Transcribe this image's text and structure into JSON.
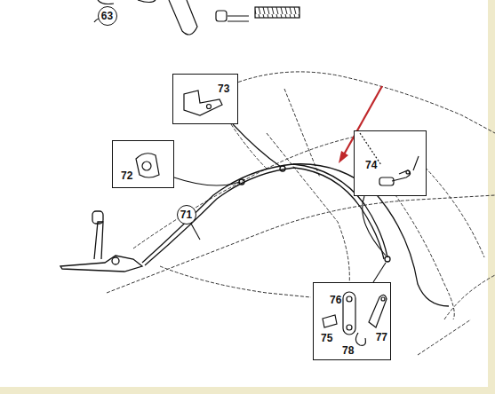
{
  "diagram": {
    "nodes": [
      {
        "text": [
          "63"
        ]
      },
      {
        "text": [
          "73"
        ]
      },
      {
        "text": [
          "72"
        ]
      },
      {
        "text": [
          "74"
        ]
      },
      {
        "text": [
          "71"
        ]
      },
      {
        "text": [
          "76",
          "75",
          "78",
          "77"
        ]
      }
    ]
  }
}
